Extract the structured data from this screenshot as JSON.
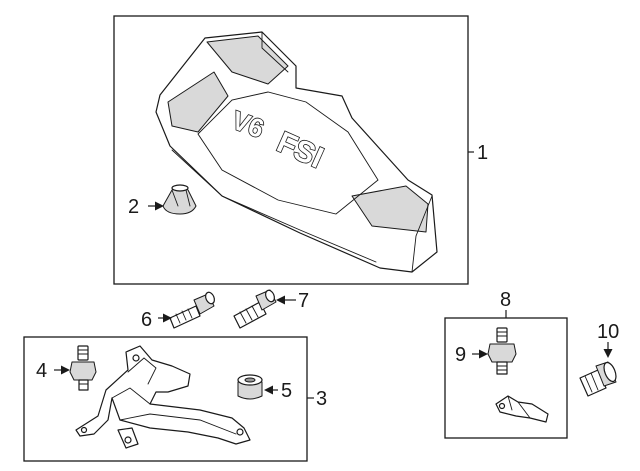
{
  "diagram": {
    "callouts": [
      {
        "id": "1",
        "label": "1"
      },
      {
        "id": "2",
        "label": "2"
      },
      {
        "id": "3",
        "label": "3"
      },
      {
        "id": "4",
        "label": "4"
      },
      {
        "id": "5",
        "label": "5"
      },
      {
        "id": "6",
        "label": "6"
      },
      {
        "id": "7",
        "label": "7"
      },
      {
        "id": "8",
        "label": "8"
      },
      {
        "id": "9",
        "label": "9"
      },
      {
        "id": "10",
        "label": "10"
      }
    ],
    "cover_emboss": {
      "line1": "V6",
      "line2": "FSI"
    }
  }
}
